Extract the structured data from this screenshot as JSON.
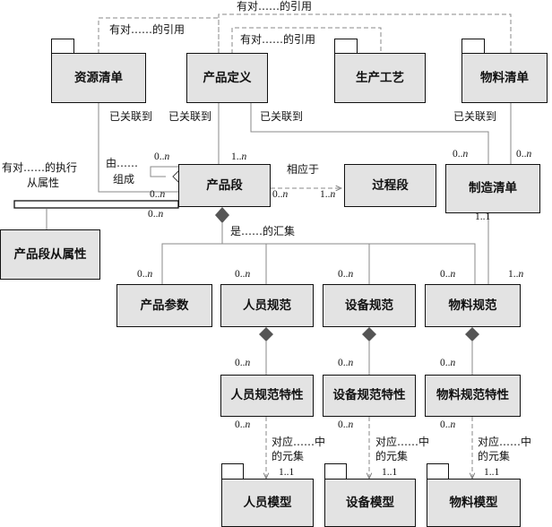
{
  "boxes": {
    "resource_list": "资源清单",
    "product_definition": "产品定义",
    "production_process": "生产工艺",
    "material_list": "物料清单",
    "product_segment": "产品段",
    "process_segment": "过程段",
    "manufacturing_bill": "制造清单",
    "product_segment_attribute": "产品段从属性",
    "product_parameter": "产品参数",
    "personnel_spec": "人员规范",
    "equipment_spec": "设备规范",
    "material_spec": "物料规范",
    "personnel_spec_property": "人员规范特性",
    "equipment_spec_property": "设备规范特性",
    "material_spec_property": "物料规范特性",
    "personnel_model": "人员模型",
    "equipment_model": "设备模型",
    "material_model": "物料模型"
  },
  "labels": {
    "ref_top": "有对……的引用",
    "ref_left": "有对……的引用",
    "ref_mid": "有对……的引用",
    "associated_1": "已关联到",
    "associated_2": "已关联到",
    "associated_3": "已关联到",
    "associated_4": "已关联到",
    "composed_line1": "由……",
    "composed_line2": "组成",
    "execution_line1": "有对……的执行",
    "execution_line2": "从属性",
    "corresponds": "相应于",
    "collection": "是……的汇集",
    "element_p1": "对应……中",
    "element_p2": "的元集",
    "element_e1": "对应……中",
    "element_e2": "的元集",
    "element_m1": "对应……中",
    "element_m2": "的元集"
  },
  "multiplicity": {
    "seg_self": "0..n",
    "seg_top": "1..n",
    "seg_left_a": "0..n",
    "seg_left_b": "0..n",
    "seg_right": "0..n",
    "proc_left": "1..n",
    "mb_left": "0..n",
    "mb_right": "0..n",
    "mb_bottom": "1..1",
    "param": "0..n",
    "pspec": "0..n",
    "espec": "0..n",
    "mspec": "0..n",
    "mspec_right": "1..n",
    "pprop_top": "0..n",
    "eprop_top": "0..n",
    "mprop_top": "0..n",
    "pprop_bottom": "0..n",
    "eprop_bottom": "0..n",
    "mprop_bottom": "0..n",
    "pmodel": "1..1",
    "emodel": "1..1",
    "mmodel": "1..1"
  }
}
